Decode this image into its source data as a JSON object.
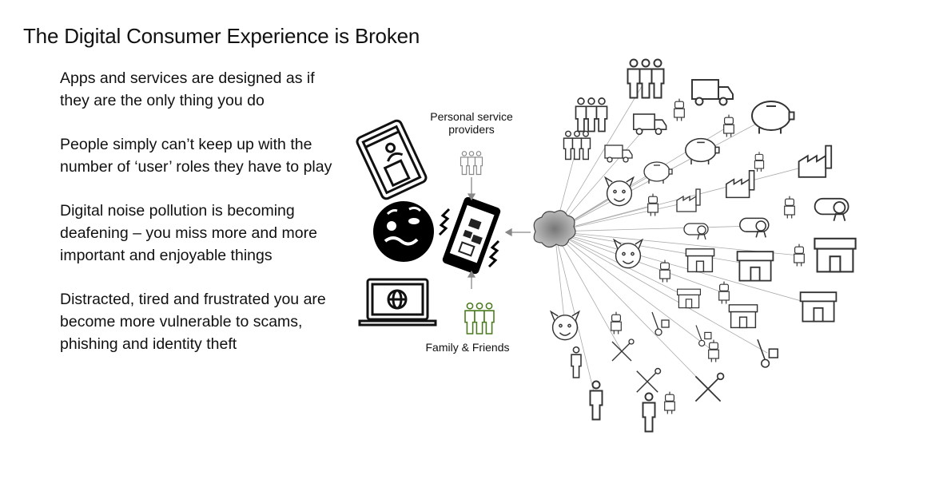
{
  "slide": {
    "title": "The Digital Consumer Experience is Broken",
    "bullets": [
      "Apps and services are designed as if they are the only thing you do",
      "People simply can’t keep up with the number of ‘user’ roles they have to play",
      "Digital noise pollution is becoming deafening – you miss more and more important and enjoyable things",
      "Distracted, tired and frustrated you are become more vulnerable to scams, phishing and identity theft"
    ]
  },
  "diagram": {
    "label_providers": "Personal service providers",
    "label_family": "Family & Friends",
    "colors": {
      "family": "#4a7a1e",
      "lines": "#999999",
      "icons": "#333333",
      "cloud": "#888888"
    }
  }
}
